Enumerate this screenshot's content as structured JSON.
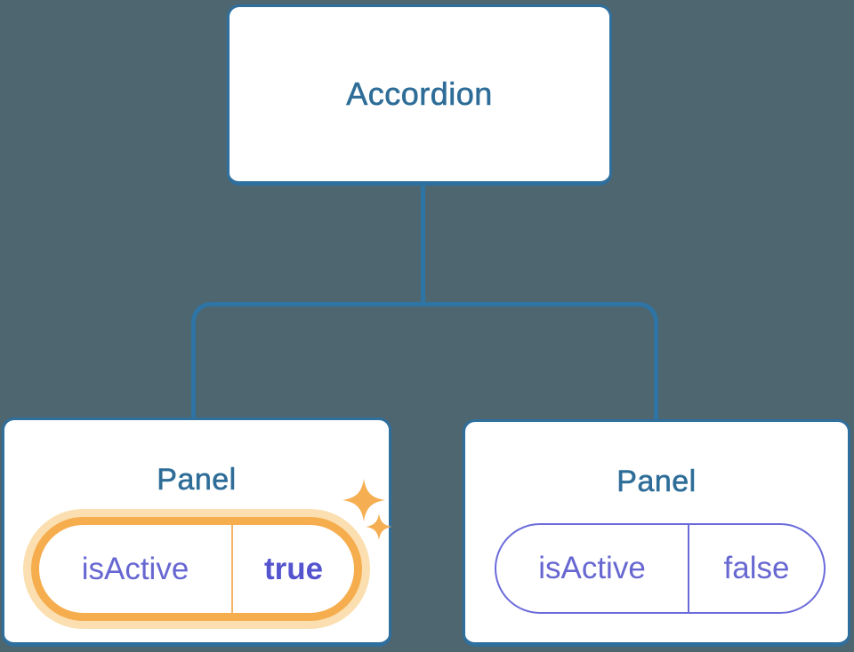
{
  "colors": {
    "background": "#4d6670",
    "node_border_blue": "#2f6f9d",
    "connector_blue": "#2e74a4",
    "title_blue": "#2e6d98",
    "prop_purple": "#6767d2",
    "value_bold_purple": "#5454cf",
    "pill_border_purple": "#6b6bdb",
    "highlight_orange": "#f5ad4e",
    "highlight_glow_orange": "#fbdfb0",
    "sparkle_orange": "#f5ae51"
  },
  "root_node": {
    "label": "Accordion"
  },
  "panels": [
    {
      "title": "Panel",
      "prop_name": "isActive",
      "prop_value": "true",
      "highlighted": true,
      "icon": "sparkles-icon"
    },
    {
      "title": "Panel",
      "prop_name": "isActive",
      "prop_value": "false",
      "highlighted": false
    }
  ]
}
